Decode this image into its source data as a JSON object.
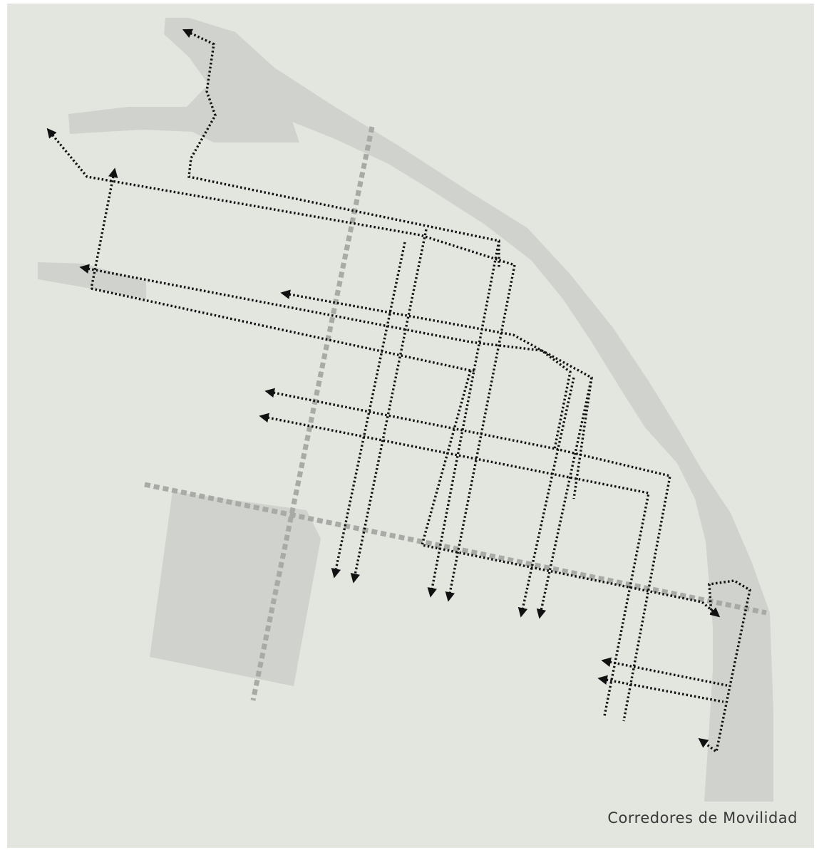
{
  "map": {
    "title": "Corredores de Movilidad",
    "colors": {
      "background": "#e3e5df",
      "page": "#ffffff",
      "water": "#d0d2ce",
      "blocks": "#d0d2ce",
      "transit_corridor": "#a8aaa6",
      "route": "#111111"
    },
    "layers": [
      "river",
      "open-spaces",
      "transit-corridors",
      "mobility-routes"
    ]
  }
}
